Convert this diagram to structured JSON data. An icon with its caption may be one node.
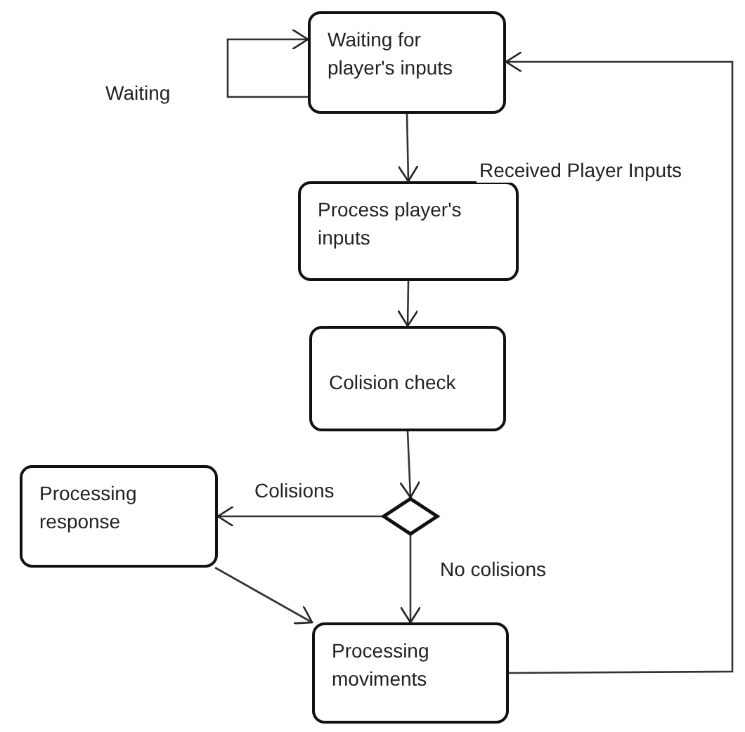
{
  "diagram": {
    "nodes": [
      {
        "text": [
          "Waiting for player's inputs"
        ]
      },
      {
        "text": [
          "Process player's inputs"
        ]
      },
      {
        "text": [
          "Colision check"
        ]
      },
      {
        "text": [],
        "shape": "diamond"
      },
      {
        "text": [
          "Processing response"
        ]
      },
      {
        "text": [
          "Processing moviments"
        ]
      }
    ],
    "edges": [
      {
        "from": 0,
        "to": 0,
        "arrow": "to",
        "label": "Waiting"
      },
      {
        "from": 0,
        "to": 1,
        "arrow": "to"
      },
      {
        "from": 1,
        "to": 2,
        "arrow": "to"
      },
      {
        "from": 2,
        "to": 3,
        "arrow": "to"
      },
      {
        "from": 3,
        "to": 4,
        "arrow": "to",
        "label": "Colisions"
      },
      {
        "from": 3,
        "to": 5,
        "arrow": "to",
        "label": "No colisions"
      },
      {
        "from": 4,
        "to": 5,
        "arrow": "to"
      },
      {
        "from": 5,
        "to": 0,
        "arrow": "to",
        "label": "Received Player Inputs"
      }
    ]
  }
}
